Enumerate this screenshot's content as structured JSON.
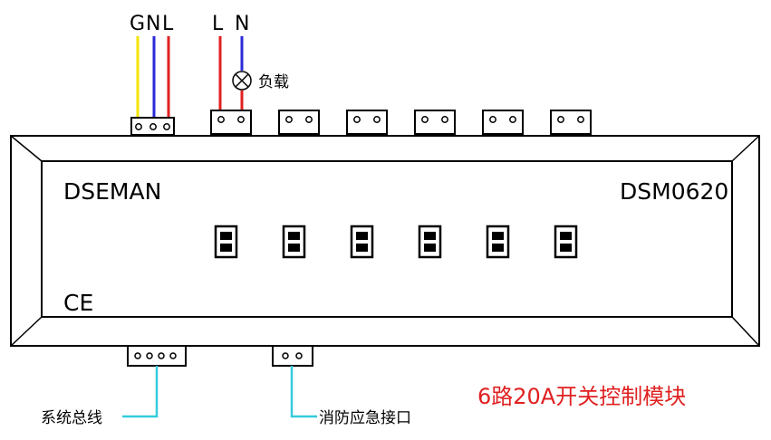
{
  "power_labels": {
    "g": "G",
    "n": "N",
    "l": "L"
  },
  "load_labels": {
    "l": "L",
    "n": "N",
    "load": "负载"
  },
  "module": {
    "brand": "DSEMAN",
    "model": "DSM0620",
    "cert": "CE"
  },
  "ports": {
    "bus": "系统总线",
    "fire": "消防应急接口"
  },
  "caption": "6路20A开关控制模块",
  "colors": {
    "ground": "#f5e400",
    "neutral": "#2a2ad8",
    "live": "#e02020",
    "signal": "#33ccdd",
    "caption": "#e02020",
    "outline": "#000000"
  }
}
